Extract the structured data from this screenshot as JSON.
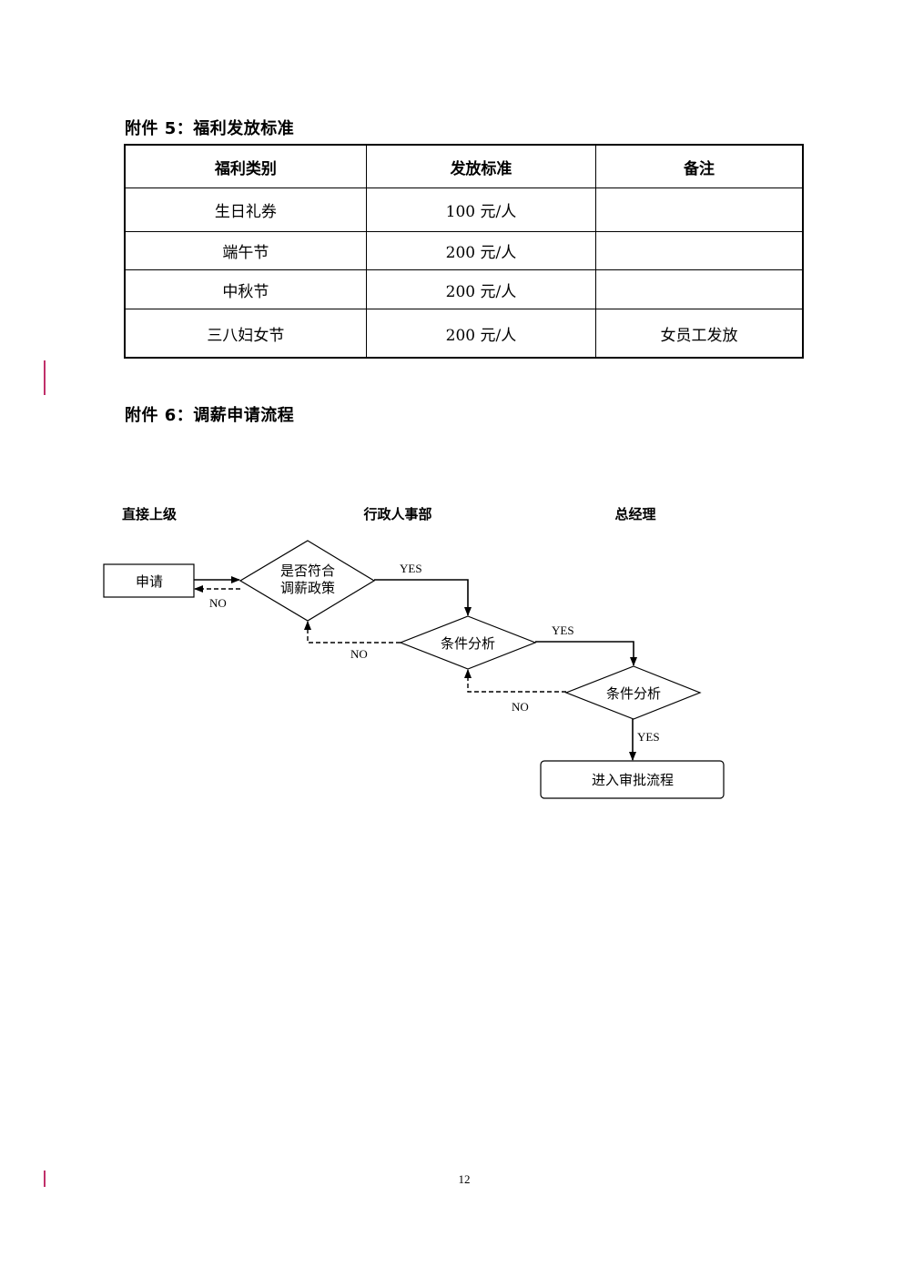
{
  "attachment5": {
    "heading": "附件 5：福利发放标准",
    "headers": [
      "福利类别",
      "发放标准",
      "备注"
    ],
    "rows": [
      [
        "生日礼券",
        "100 元/人",
        ""
      ],
      [
        "端午节",
        "200 元/人",
        ""
      ],
      [
        "中秋节",
        "200 元/人",
        ""
      ],
      [
        "三八妇女节",
        "200 元/人",
        "女员工发放"
      ]
    ]
  },
  "attachment6": {
    "heading": "附件 6：调薪申请流程",
    "lanes": [
      "直接上级",
      "行政人事部",
      "总经理"
    ],
    "nodes": {
      "apply": "申请",
      "check_line1": "是否符合",
      "check_line2": "调薪政策",
      "analysis1": "条件分析",
      "analysis2": "条件分析",
      "approval": "进入审批流程"
    },
    "edges": {
      "yes": "YES",
      "no": "NO"
    }
  },
  "footer": {
    "page_number": "12"
  }
}
